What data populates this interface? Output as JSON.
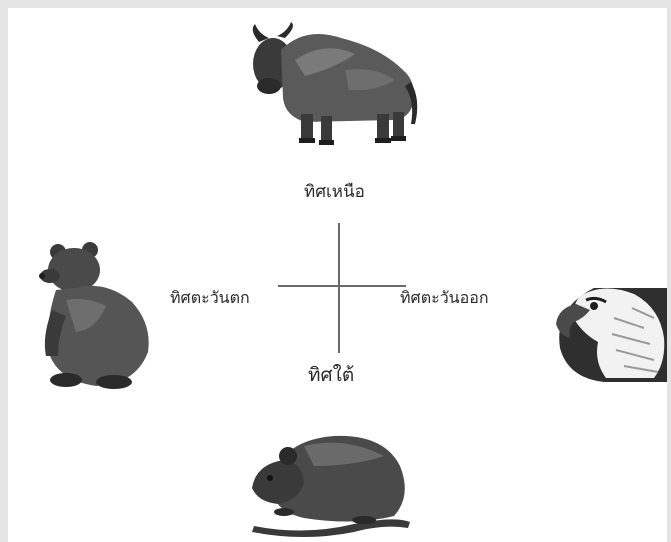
{
  "directions": {
    "north": "ทิศเหนือ",
    "west": "ทิศตะวันตก",
    "east": "ทิศตะวันออก",
    "south": "ทิศใต้"
  },
  "animals": {
    "north": "bull-icon",
    "west": "bear-icon",
    "east": "eagle-icon",
    "south": "rat-icon"
  },
  "colors": {
    "ink": "#2a2a2a",
    "fur": "#5a5a5a",
    "axis": "#6a6a6a"
  }
}
